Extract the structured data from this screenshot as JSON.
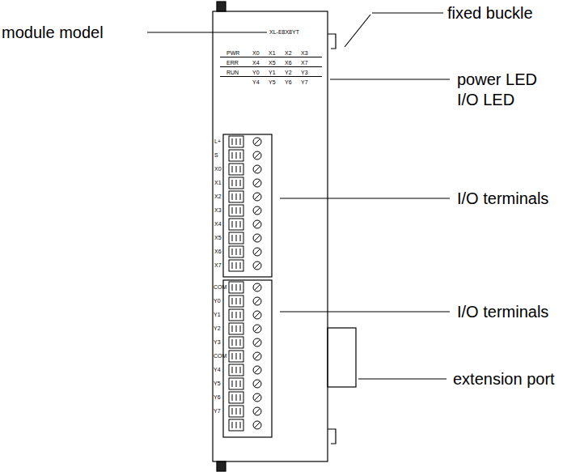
{
  "diagram": {
    "labels": [
      "module model",
      "XL-E8X8YT",
      "fixed buckle",
      "power LED",
      "I/O LED",
      "I/O terminals",
      "I/O terminals",
      "extension port",
      "PWR",
      "X0",
      "X1",
      "X2",
      "X3",
      "ERR",
      "X4",
      "X5",
      "X6",
      "X7",
      "RUN",
      "Y0",
      "Y1",
      "Y2",
      "Y3",
      "Y4",
      "Y5",
      "Y6",
      "Y7",
      "L+",
      "S",
      "X0",
      "X1",
      "X2",
      "X3",
      "X4",
      "X5",
      "X6",
      "X7",
      "COM",
      "Y0",
      "Y1",
      "Y2",
      "Y3",
      "COM",
      "Y4",
      "Y5",
      "Y6",
      "Y7"
    ]
  }
}
